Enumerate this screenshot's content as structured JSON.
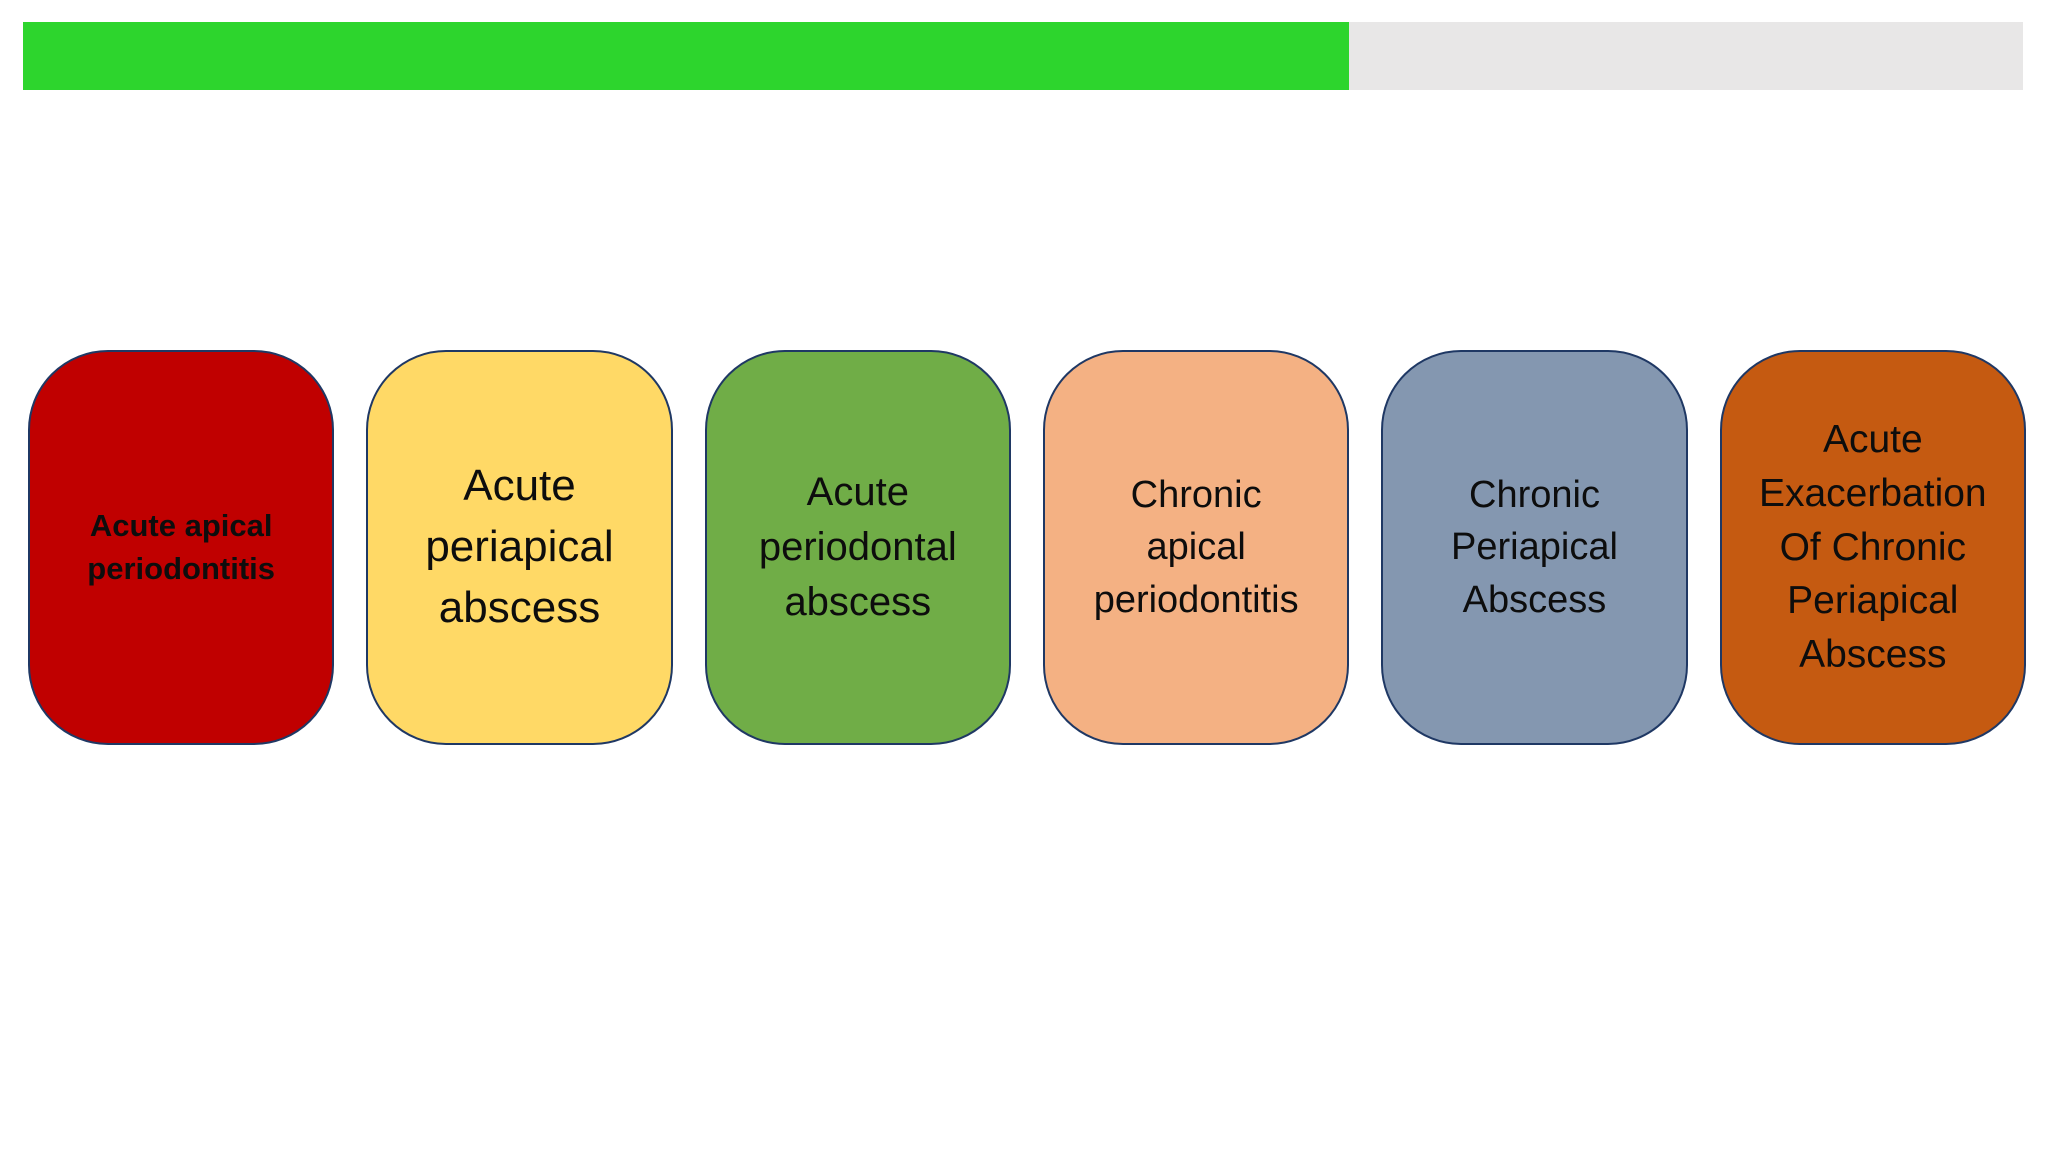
{
  "slide": {
    "background_color": "#FFFFFF"
  },
  "progress_bar": {
    "percent_complete": 66.3,
    "fill_color": "#2DD52D",
    "track_color": "#E8E7E7"
  },
  "categories": {
    "stroke_color": "#1F3864",
    "text_color": "#0D0D0D",
    "items": [
      {
        "label": "Acute apical periodontitis",
        "lines": [
          "Acute apical",
          "periodontitis"
        ],
        "fill_color": "#C00000",
        "bold": true
      },
      {
        "label": "Acute periapical abscess",
        "lines": [
          "Acute",
          "periapical",
          "abscess"
        ],
        "fill_color": "#FFD966",
        "bold": false
      },
      {
        "label": "Acute periodontal abscess",
        "lines": [
          "Acute",
          "periodontal",
          "abscess"
        ],
        "fill_color": "#70AD47",
        "bold": false
      },
      {
        "label": "Chronic apical periodontitis",
        "lines": [
          "Chronic",
          "apical",
          "periodontitis"
        ],
        "fill_color": "#F4B183",
        "bold": false
      },
      {
        "label": "Chronic Periapical Abscess",
        "lines": [
          "Chronic",
          "Periapical",
          "Abscess"
        ],
        "fill_color": "#8497B0",
        "bold": false
      },
      {
        "label": "Acute Exacerbation Of Chronic Periapical Abscess",
        "lines": [
          "Acute",
          "Exacerbation",
          "Of Chronic",
          "Periapical",
          "Abscess"
        ],
        "fill_color": "#C55A11",
        "bold": false
      }
    ]
  }
}
